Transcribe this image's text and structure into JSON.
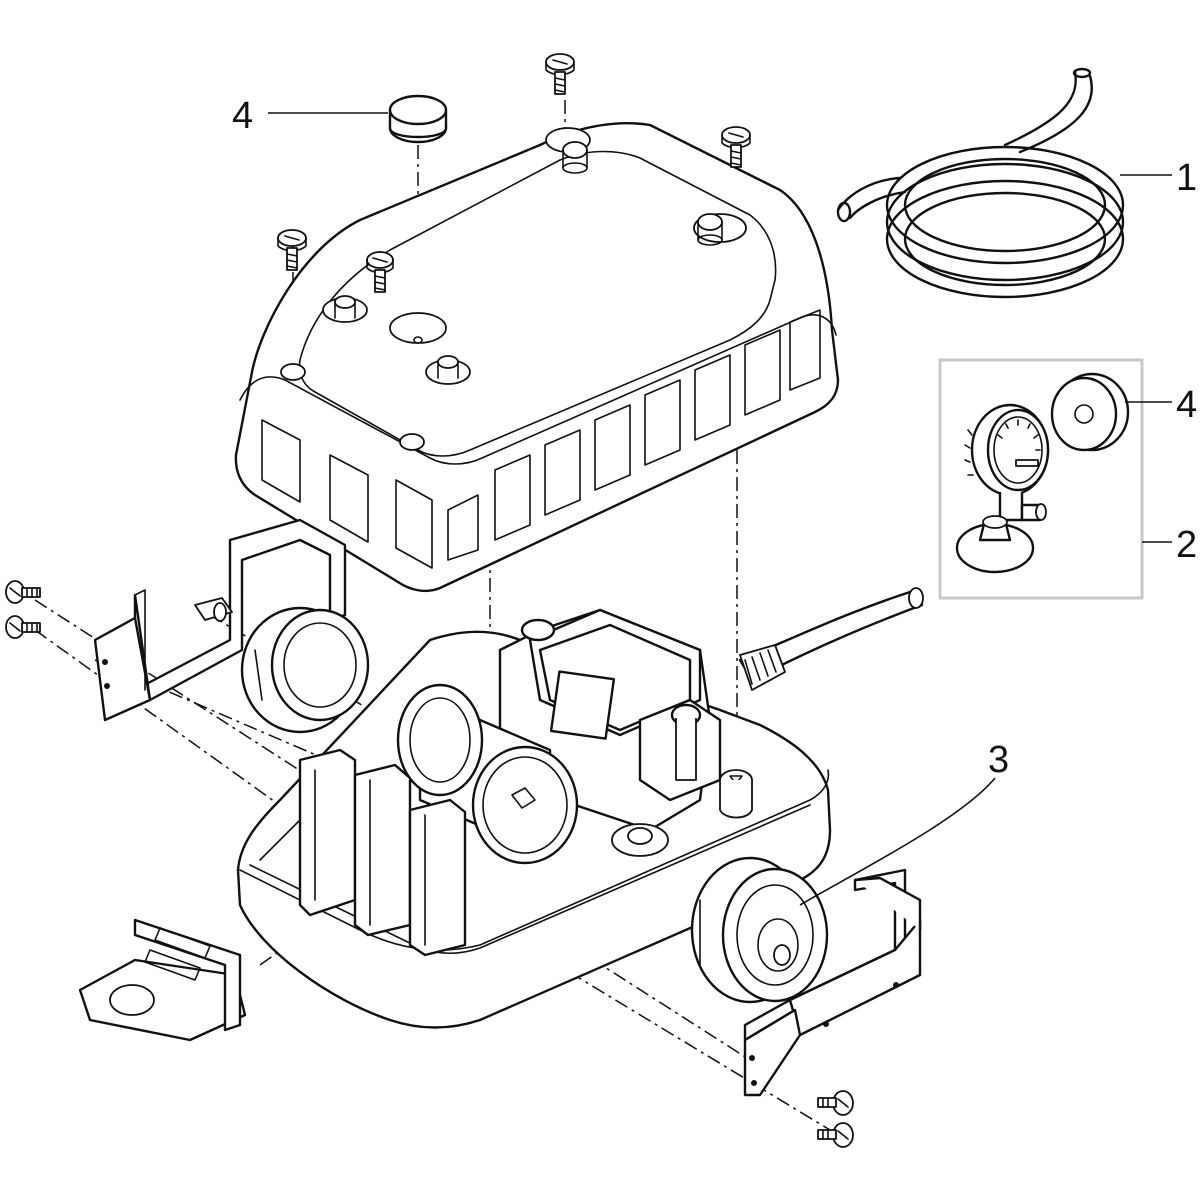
{
  "callouts": {
    "hose": "1",
    "pressure_gauge": "2",
    "membrane": "3",
    "rubber_cap": "4",
    "gasket_inset": "4"
  },
  "colors": {
    "line": "#111111",
    "background": "#ffffff",
    "inset_border": "#c8c8c8"
  }
}
